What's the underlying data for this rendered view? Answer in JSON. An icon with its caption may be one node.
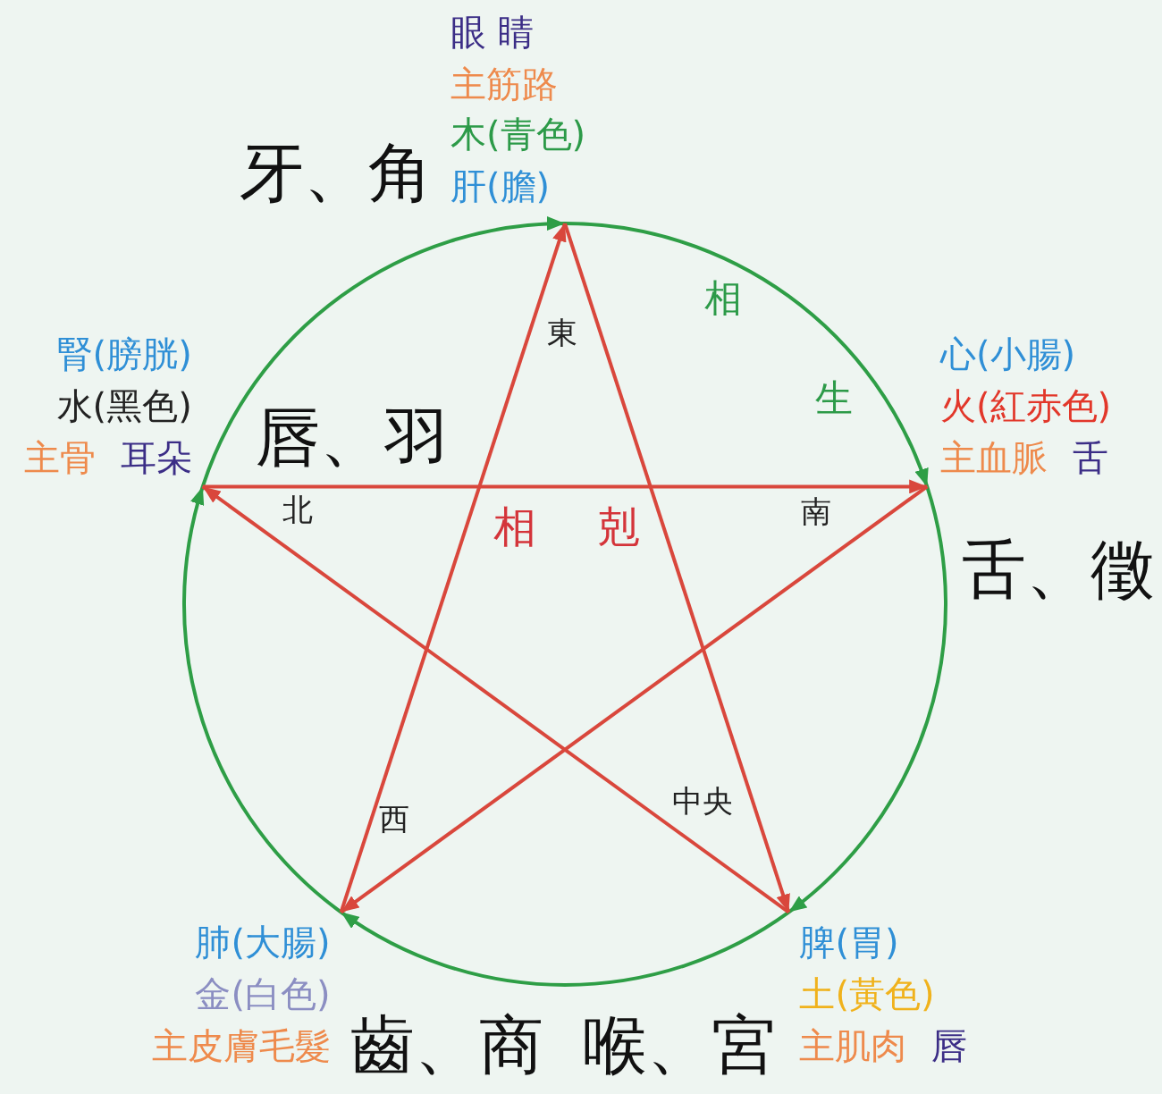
{
  "diagram": {
    "nodes": [
      {
        "text": [
          "眼 睛",
          "主筋路",
          "木(青色)",
          "肝(膽)"
        ],
        "beside": [
          "牙、角"
        ]
      },
      {
        "text": [
          "心(小腸)",
          "火(紅赤色)",
          "主血脈",
          "舌"
        ],
        "beside": [
          "舌、徵"
        ]
      },
      {
        "text": [
          "脾(胃)",
          "土(黃色)",
          "主肌肉",
          "唇"
        ],
        "beside": [
          "喉、宮"
        ]
      },
      {
        "text": [
          "肺(大腸)",
          "金(白色)",
          "主皮膚毛髮"
        ],
        "beside": [
          "齒、商"
        ]
      },
      {
        "text": [
          "腎(膀胱)",
          "水(黑色)",
          "主骨",
          "耳朵"
        ],
        "beside": [
          "唇、羽"
        ]
      }
    ],
    "edges": [
      {
        "from": 0,
        "to": 1,
        "arrow": "to",
        "color": "#2e9e46"
      },
      {
        "from": 1,
        "to": 2,
        "arrow": "to",
        "color": "#2e9e46"
      },
      {
        "from": 2,
        "to": 3,
        "arrow": "to",
        "color": "#2e9e46"
      },
      {
        "from": 3,
        "to": 4,
        "arrow": "to",
        "color": "#2e9e46"
      },
      {
        "from": 4,
        "to": 0,
        "arrow": "to",
        "color": "#2e9e46"
      },
      {
        "from": 0,
        "to": 2,
        "arrow": "to",
        "color": "#d9473c"
      },
      {
        "from": 2,
        "to": 4,
        "arrow": "to",
        "color": "#d9473c"
      },
      {
        "from": 4,
        "to": 1,
        "arrow": "to",
        "color": "#d9473c"
      },
      {
        "from": 1,
        "to": 3,
        "arrow": "to",
        "color": "#d9473c"
      },
      {
        "from": 3,
        "to": 0,
        "arrow": "to",
        "color": "#d9473c"
      }
    ],
    "labels": [
      "相",
      "東",
      "生",
      "北",
      "南",
      "相",
      "剋",
      "中央",
      "西"
    ]
  }
}
